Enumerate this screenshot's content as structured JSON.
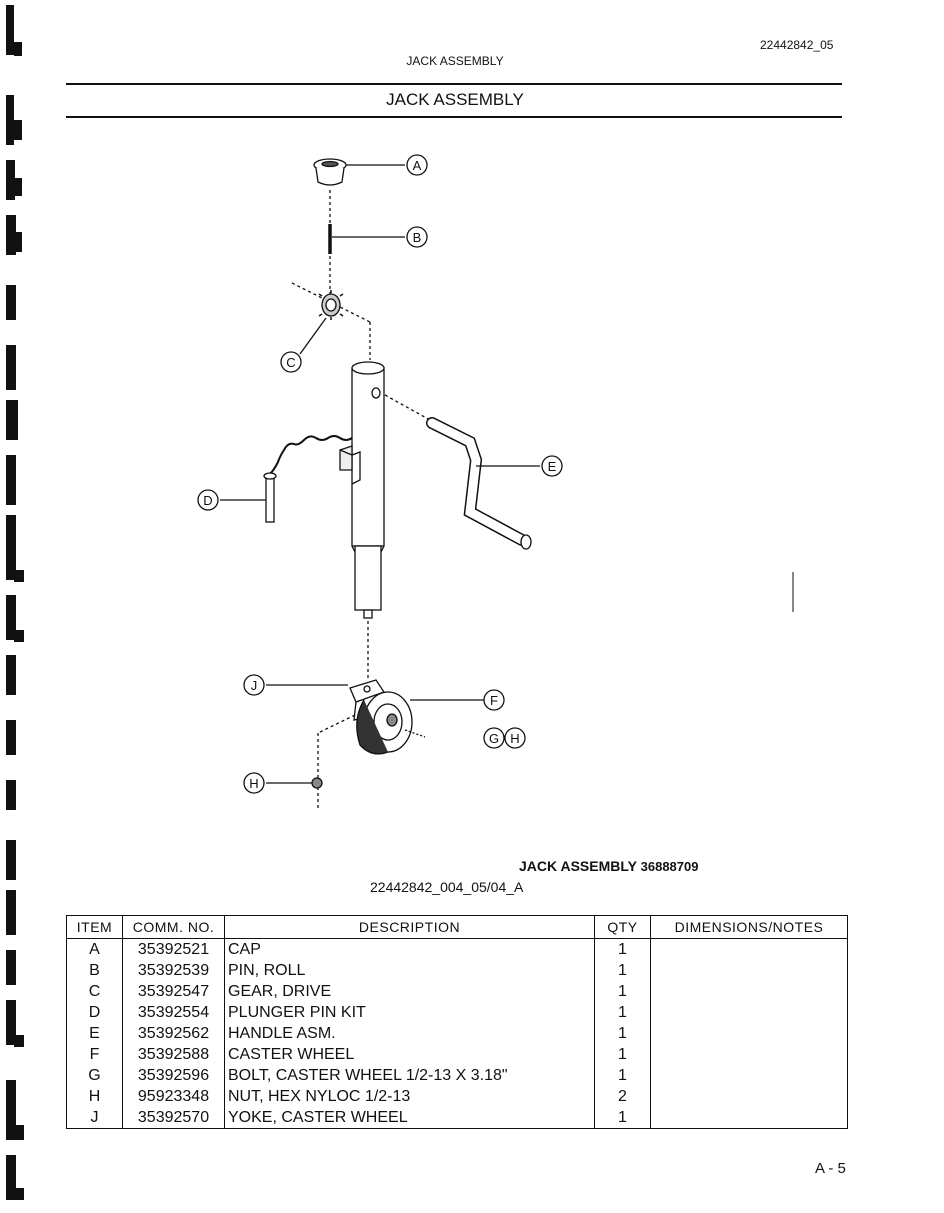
{
  "page": {
    "doc_id": "22442842_05",
    "running_head": "JACK ASSEMBLY",
    "title": "JACK ASSEMBLY",
    "page_number": "A - 5"
  },
  "figure": {
    "assembly_title": "JACK ASSEMBLY",
    "assembly_number": "36888709",
    "drawing_id": "22442842_004_05/04_A",
    "callouts": {
      "a": "A",
      "b": "B",
      "c": "C",
      "d": "D",
      "e": "E",
      "f": "F",
      "g": "G",
      "h1": "H",
      "h2": "H",
      "j": "J"
    }
  },
  "parts_table": {
    "headers": {
      "item": "ITEM",
      "comm_no": "COMM. NO.",
      "description": "DESCRIPTION",
      "qty": "QTY",
      "notes": "DIMENSIONS/NOTES"
    },
    "rows": [
      {
        "item": "A",
        "comm_no": "35392521",
        "description": "CAP",
        "qty": "1",
        "notes": ""
      },
      {
        "item": "B",
        "comm_no": "35392539",
        "description": "PIN, ROLL",
        "qty": "1",
        "notes": ""
      },
      {
        "item": "C",
        "comm_no": "35392547",
        "description": "GEAR, DRIVE",
        "qty": "1",
        "notes": ""
      },
      {
        "item": "D",
        "comm_no": "35392554",
        "description": "PLUNGER PIN KIT",
        "qty": "1",
        "notes": ""
      },
      {
        "item": "E",
        "comm_no": "35392562",
        "description": "HANDLE ASM.",
        "qty": "1",
        "notes": ""
      },
      {
        "item": "F",
        "comm_no": "35392588",
        "description": "CASTER WHEEL",
        "qty": "1",
        "notes": ""
      },
      {
        "item": "G",
        "comm_no": "35392596",
        "description": "BOLT, CASTER WHEEL 1/2-13 X 3.18\"",
        "qty": "1",
        "notes": ""
      },
      {
        "item": "H",
        "comm_no": "95923348",
        "description": "NUT, HEX NYLOC 1/2-13",
        "qty": "2",
        "notes": ""
      },
      {
        "item": "J",
        "comm_no": "35392570",
        "description": "YOKE, CASTER WHEEL",
        "qty": "1",
        "notes": ""
      }
    ]
  }
}
